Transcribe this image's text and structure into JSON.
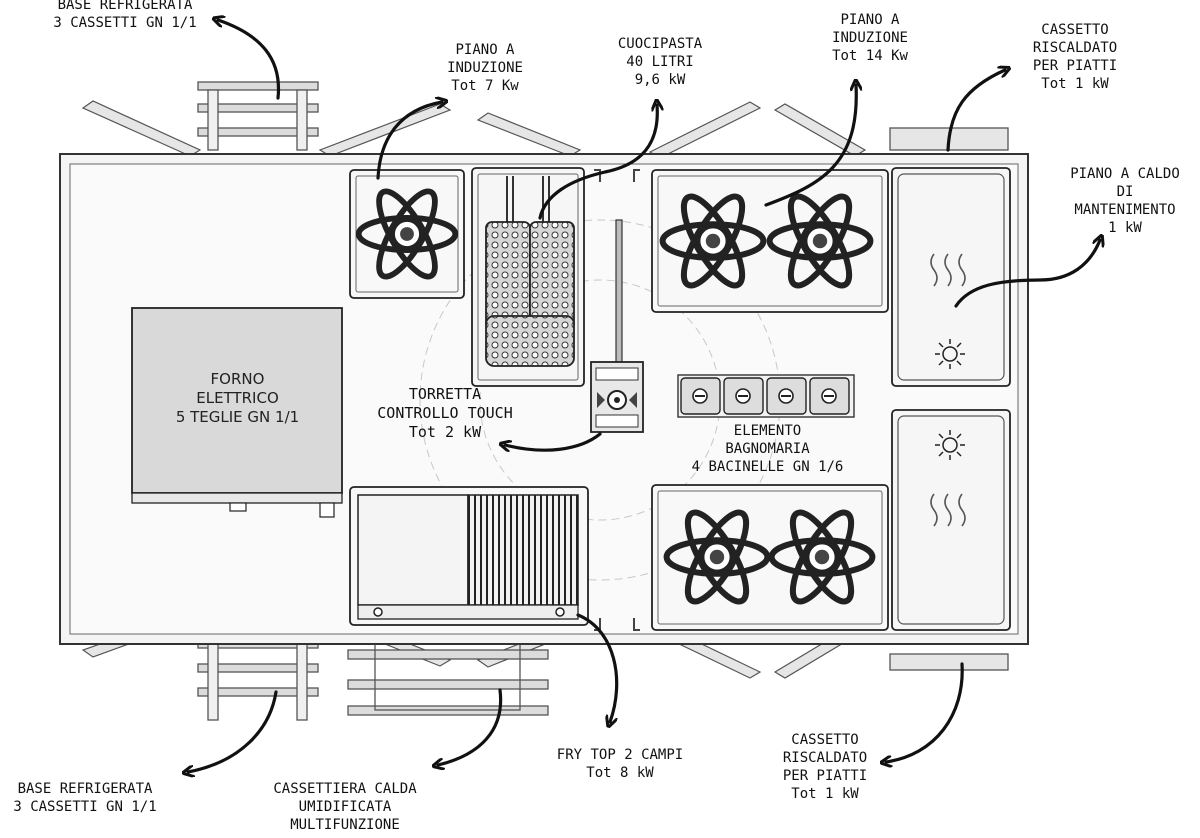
{
  "labels": {
    "base_refrigerata_top": "BASE REFRIGERATA\n3 CASSETTI GN 1/1",
    "piano_induzione_7": "PIANO A\nINDUZIONE\nTot 7 Kw",
    "cuocipasta": "CUOCIPASTA\n40 LITRI\n9,6 kW",
    "piano_induzione_14": "PIANO A\nINDUZIONE\nTot 14 Kw",
    "cassetto_riscaldato_top": "CASSETTO\nRISCALDATO\nPER PIATTI\nTot 1 kW",
    "piano_caldo": "PIANO A CALDO\nDI\nMANTENIMENTO\n1 kW",
    "forno": "FORNO\nELETTRICO\n5 TEGLIE GN 1/1",
    "torretta": "TORRETTA\nCONTROLLO TOUCH\nTot 2 kW",
    "bagnomaria": "ELEMENTO\nBAGNOMARIA\n4 BACINELLE GN  1/6",
    "base_refrigerata_bottom": "BASE REFRIGERATA\n3 CASSETTI GN 1/1",
    "cassettiera": "CASSETTIERA CALDA\nUMIDIFICATA\nMULTIFUNZIONE",
    "fry_top": "FRY TOP 2 CAMPI\nTot 8 kW",
    "cassetto_riscaldato_bottom": "CASSETTO\nRISCALDATO\nPER PIATTI\nTot 1 kW"
  }
}
